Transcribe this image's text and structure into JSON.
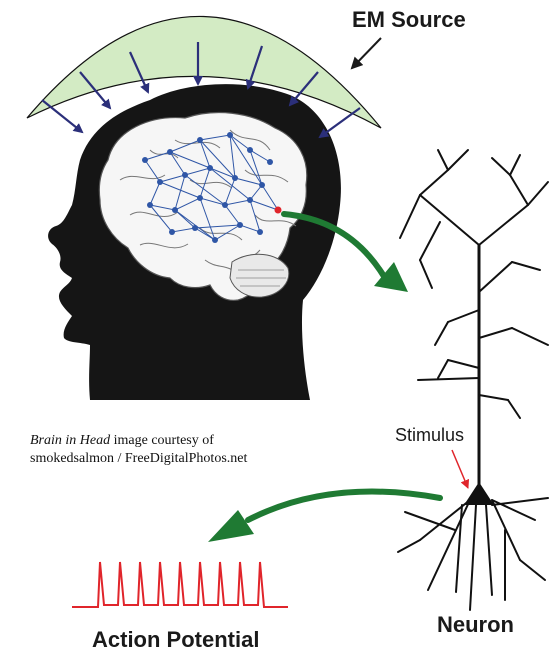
{
  "labels": {
    "em_source": "EM Source",
    "stimulus": "Stimulus",
    "neuron": "Neuron",
    "action_potential": "Action Potential"
  },
  "credit": {
    "title_italic": "Brain in Head",
    "line1_rest": " image courtesy of",
    "line2": "smokedsalmon / FreeDigitalPhotos.net"
  },
  "colors": {
    "em_field_fill": "#d3ebc4",
    "em_arrows": "#2b2f7a",
    "head_fill": "#151515",
    "network_nodes": "#2f56a6",
    "flow_arrows": "#1f7a33",
    "spike_trace": "#e0252b",
    "stimulus_marker": "#e0252b"
  },
  "icons": {
    "brain": "brain-outline-icon",
    "head": "head-silhouette-icon",
    "neuron": "pyramidal-neuron-icon"
  }
}
